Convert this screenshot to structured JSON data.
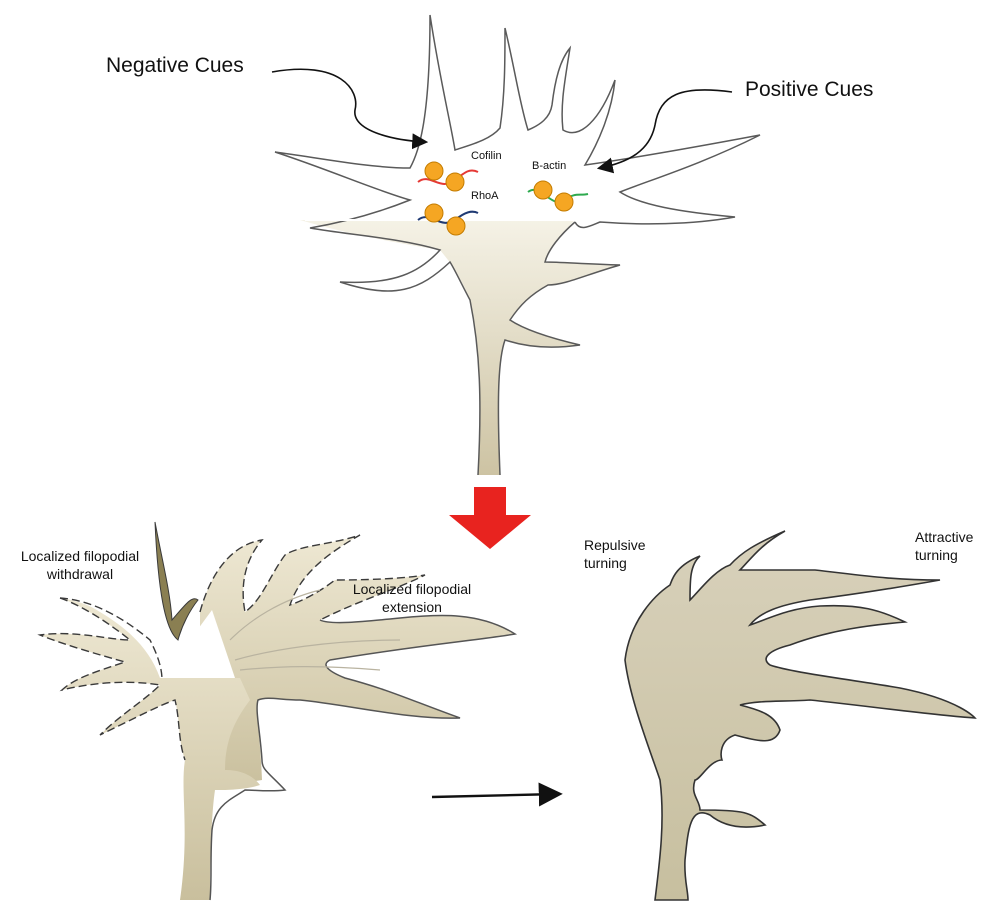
{
  "labels": {
    "negative_cues": "Negative Cues",
    "positive_cues": "Positive Cues",
    "cofilin": "Cofilin",
    "beta_actin": "B-actin",
    "rhoa": "RhoA",
    "withdrawal_line1": "Localized filopodial",
    "withdrawal_line2": "withdrawal",
    "extension_line1": "Localized filopodial",
    "extension_line2": "extension",
    "repulsive_line1": "Repulsive",
    "repulsive_line2": "turning",
    "attractive_line1": "Attractive",
    "attractive_line2": "turning"
  },
  "colors": {
    "outline": "#5a5a5a",
    "cytoplasm": "#ebe5d2",
    "cytoplasm_dark": "#cfc6a9",
    "withdrawn": "#8a7f52",
    "protein": "#f5a623",
    "cofilin_strand": "#e53935",
    "actin_strand": "#2eaa4f",
    "rhoa_strand": "#1f3a73",
    "down_arrow": "#e8231f",
    "arrow": "#111111"
  }
}
